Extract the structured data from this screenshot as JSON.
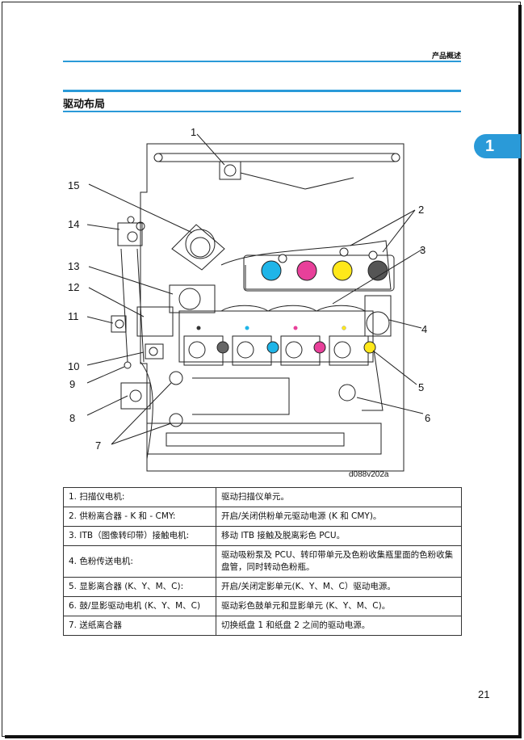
{
  "header": {
    "title": "产品概述"
  },
  "section": {
    "title": "驱动布局"
  },
  "chapter_tab": {
    "label": "1"
  },
  "diagram": {
    "callouts": [
      "1",
      "2",
      "3",
      "4",
      "5",
      "6",
      "7",
      "8",
      "9",
      "10",
      "11",
      "12",
      "13",
      "14",
      "15"
    ],
    "caption": "d088v202a",
    "colors": {
      "cyan": "#1fb5e8",
      "magenta": "#e8409a",
      "yellow": "#ffe81a",
      "black": "#555555"
    }
  },
  "table": {
    "rows": [
      {
        "part": "1. 扫描仪电机:",
        "desc": "驱动扫描仪单元。"
      },
      {
        "part": "2. 供粉离合器 - K 和 - CMY:",
        "desc": "开启/关闭供粉单元驱动电源 (K 和 CMY)。"
      },
      {
        "part": "3. ITB（图像转印带）接触电机:",
        "desc": "移动 ITB 接触及脱离彩色 PCU。"
      },
      {
        "part": "4. 色粉传送电机:",
        "desc": "驱动吸粉泵及 PCU、转印带单元及色粉收集瓶里面的色粉收集盘管，同时转动色粉瓶。"
      },
      {
        "part": "5. 显影离合器 (K、Y、M、C):",
        "desc": "开启/关闭定影单元(K、Y、M、C）驱动电源。"
      },
      {
        "part": "6. 鼓/显影驱动电机 (K、Y、M、C)",
        "desc": "驱动彩色鼓单元和显影单元 (K、Y、M、C)。"
      },
      {
        "part": "7. 送纸离合器",
        "desc": "切换纸盘 1 和纸盘 2 之间的驱动电源。"
      }
    ]
  },
  "page_number": "21"
}
